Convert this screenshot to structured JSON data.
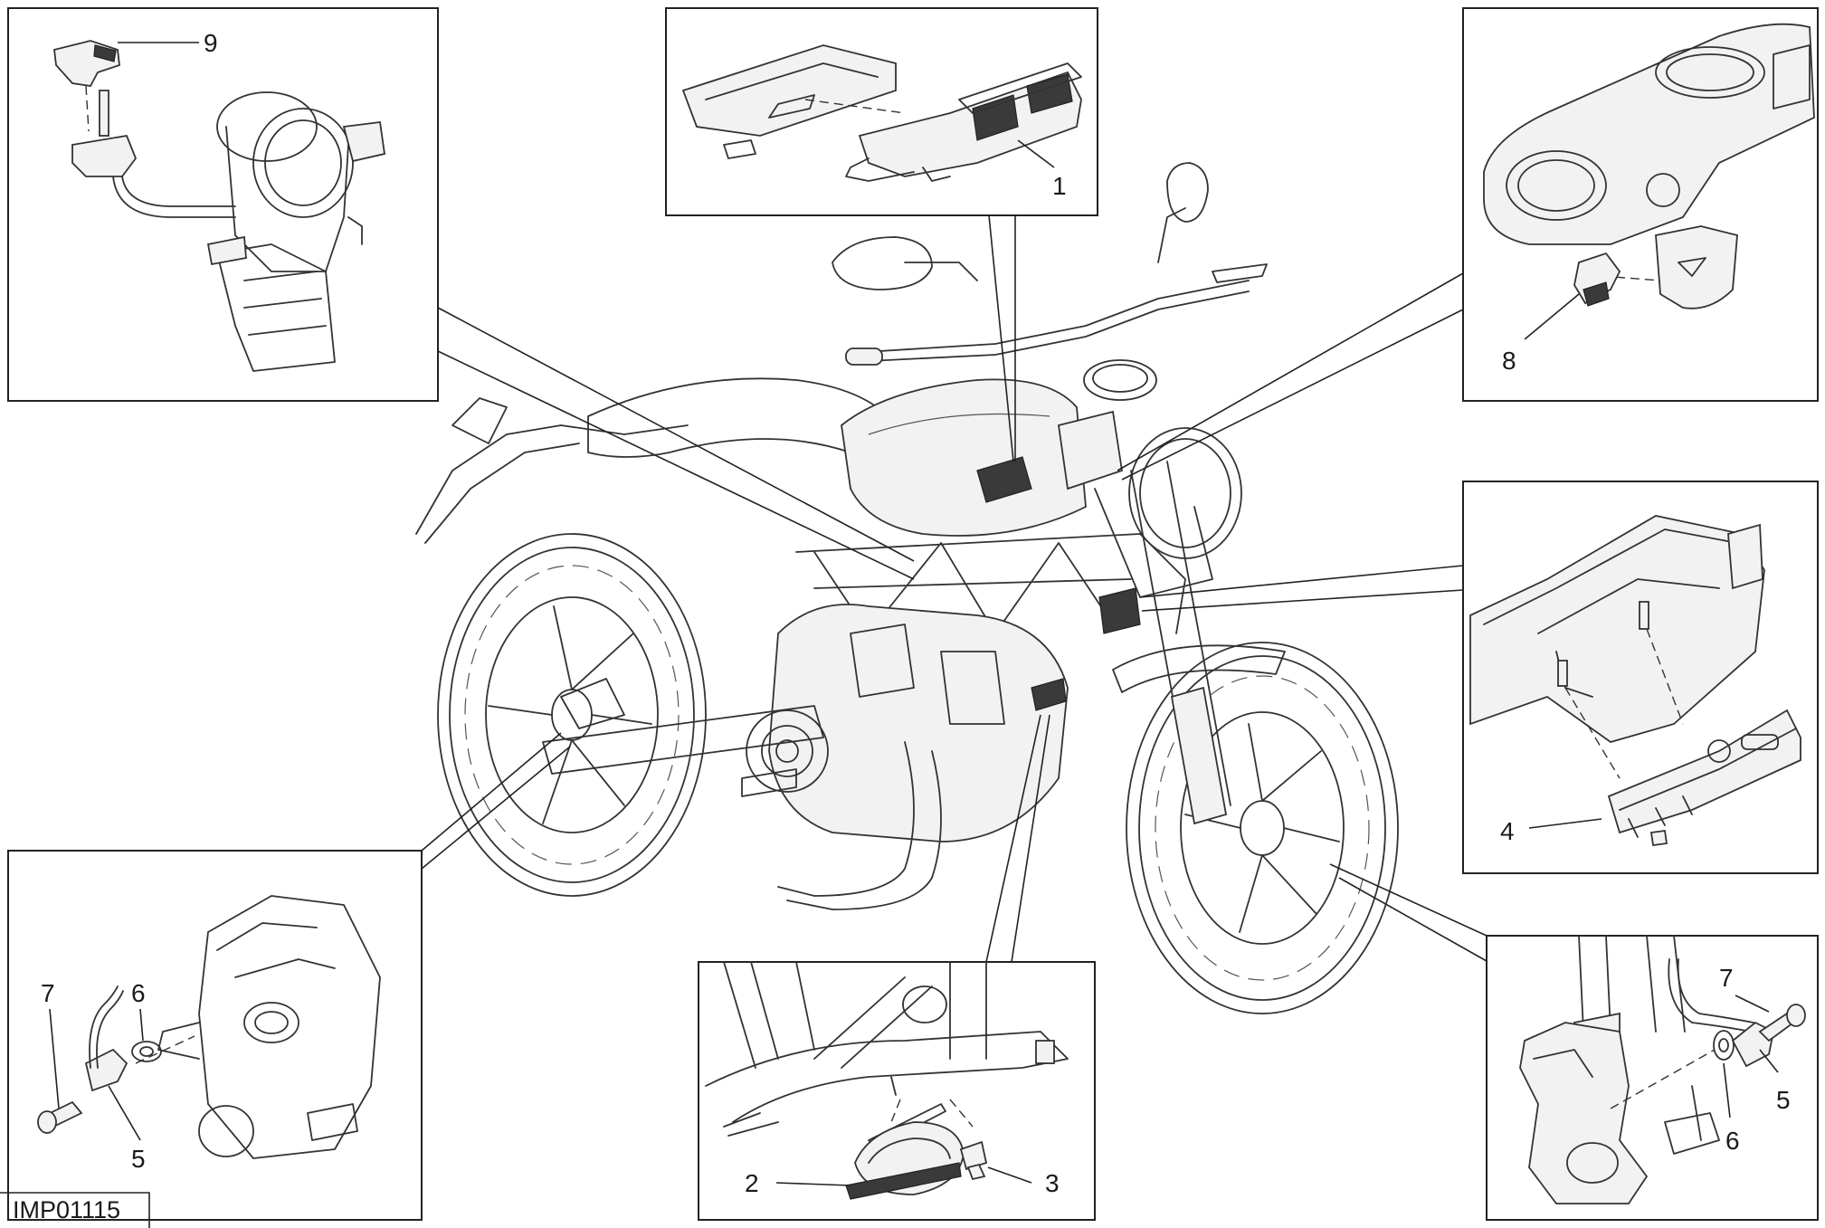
{
  "diagram": {
    "code": "IMP01115",
    "callouts": {
      "c1": "1",
      "c2": "2",
      "c3": "3",
      "c4": "4",
      "c5a": "5",
      "c5b": "5",
      "c6a": "6",
      "c6b": "6",
      "c7a": "7",
      "c7b": "7",
      "c8": "8",
      "c9": "9"
    }
  }
}
